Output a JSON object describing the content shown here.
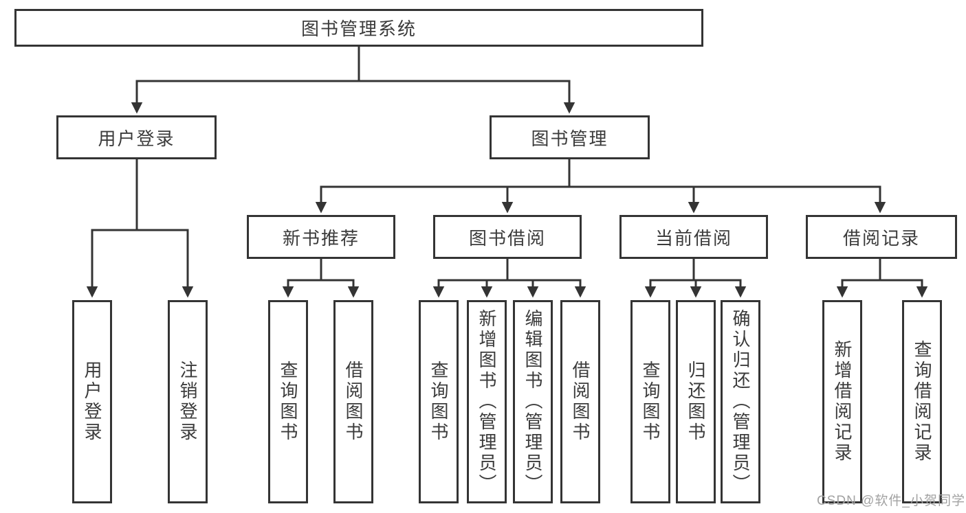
{
  "diagram": {
    "root": {
      "label": "图书管理系统"
    },
    "level2": [
      {
        "label": "用户登录",
        "children": [
          "用户登录",
          "注销登录"
        ]
      },
      {
        "label": "图书管理"
      }
    ],
    "level3": [
      {
        "label": "新书推荐",
        "children": [
          "查询图书",
          "借阅图书"
        ]
      },
      {
        "label": "图书借阅",
        "children": [
          "查询图书",
          "新增图书（管理员）",
          "编辑图书（管理员）",
          "借阅图书"
        ]
      },
      {
        "label": "当前借阅",
        "children": [
          "查询图书",
          "归还图书",
          "确认归还（管理员）"
        ]
      },
      {
        "label": "借阅记录",
        "children": [
          "新增借阅记录",
          "查询借阅记录"
        ]
      }
    ]
  },
  "watermark": {
    "text": "CSDN @软件_小贺同学"
  },
  "colors": {
    "line": "#343434",
    "text": "#3b3b3b",
    "watermark": "#a2a2a2",
    "background": "#ffffff"
  }
}
